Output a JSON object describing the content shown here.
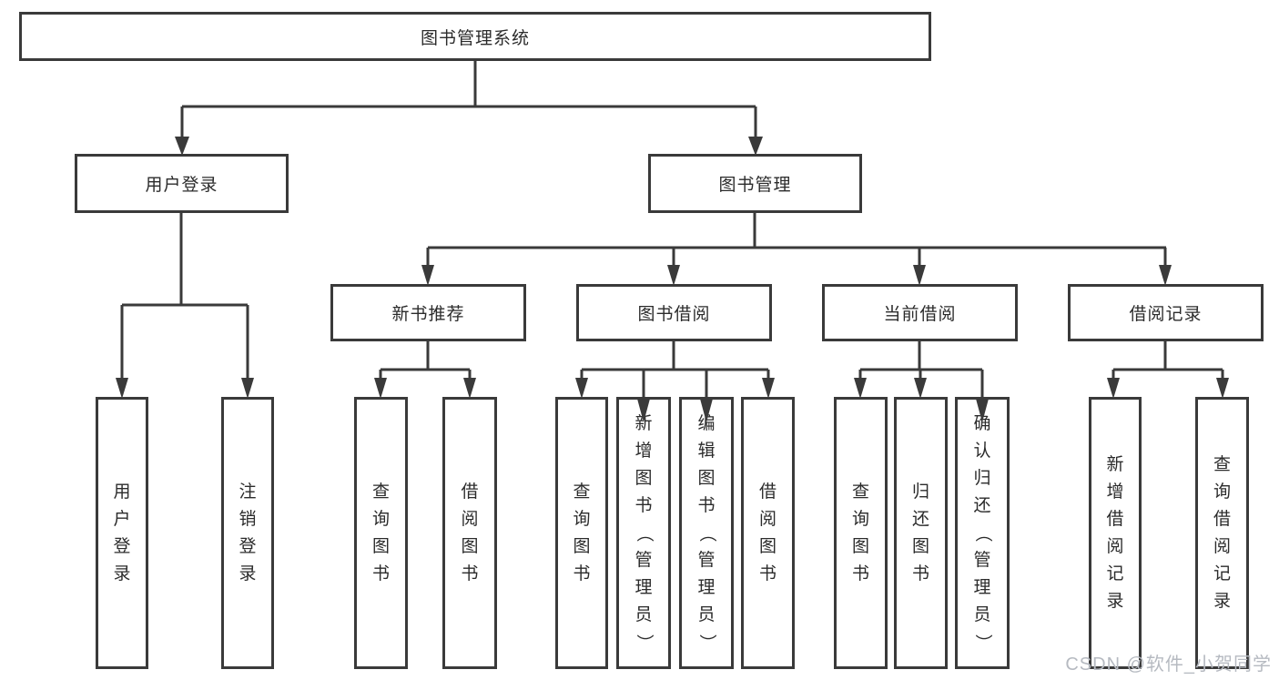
{
  "diagram": {
    "type": "hierarchy-tree",
    "title": "图书管理系统",
    "nodes": {
      "root": "图书管理系统",
      "user_login": "用户登录",
      "book_mgmt": "图书管理",
      "rec": "新书推荐",
      "borrow": "图书借阅",
      "current": "当前借阅",
      "records": "借阅记录",
      "user_login_leaf": "用户登录",
      "logout_leaf": "注销登录",
      "rec_query": "查询图书",
      "rec_borrow": "借阅图书",
      "borrow_query": "查询图书",
      "borrow_add": "新增图书（管理员）",
      "borrow_edit": "编辑图书（管理员）",
      "borrow_borrow": "借阅图书",
      "current_query": "查询图书",
      "current_return": "归还图书",
      "current_confirm": "确认归还（管理员）",
      "records_add": "新增借阅记录",
      "records_query": "查询借阅记录"
    },
    "edges": [
      [
        "root",
        "user_login"
      ],
      [
        "root",
        "book_mgmt"
      ],
      [
        "user_login",
        "user_login_leaf"
      ],
      [
        "user_login",
        "logout_leaf"
      ],
      [
        "book_mgmt",
        "rec"
      ],
      [
        "book_mgmt",
        "borrow"
      ],
      [
        "book_mgmt",
        "current"
      ],
      [
        "book_mgmt",
        "records"
      ],
      [
        "rec",
        "rec_query"
      ],
      [
        "rec",
        "rec_borrow"
      ],
      [
        "borrow",
        "borrow_query"
      ],
      [
        "borrow",
        "borrow_add"
      ],
      [
        "borrow",
        "borrow_edit"
      ],
      [
        "borrow",
        "borrow_borrow"
      ],
      [
        "current",
        "current_query"
      ],
      [
        "current",
        "current_return"
      ],
      [
        "current",
        "current_confirm"
      ],
      [
        "records",
        "records_add"
      ],
      [
        "records",
        "records_query"
      ]
    ],
    "colors": {
      "line": "#3a3a3a",
      "box_border": "#3a3a3a",
      "box_fill": "#ffffff",
      "text": "#2b2b2b",
      "background": "#ffffff"
    }
  },
  "watermark": {
    "text": "CSDN @软件_小贺同学",
    "color": "#b6bac1"
  }
}
